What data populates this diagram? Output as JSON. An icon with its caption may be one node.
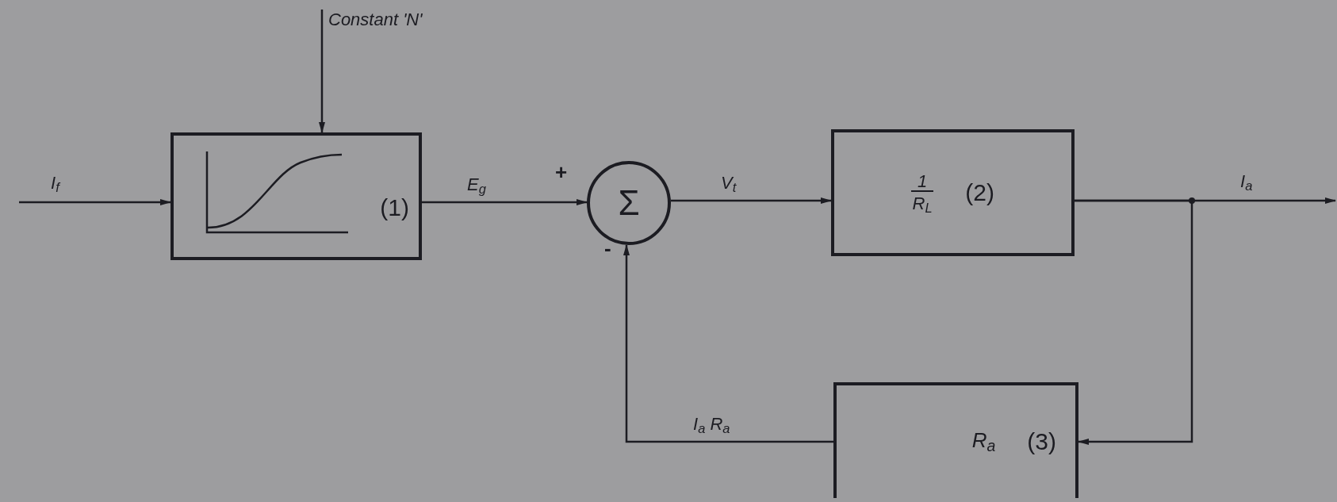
{
  "diagram": {
    "nodes": [
      {
        "text": [
          "(1)"
        ]
      },
      {
        "text": [
          "Σ"
        ]
      },
      {
        "text": [
          "1",
          "R$_{L}$",
          "(2)"
        ]
      },
      {
        "text": [
          "R$_{a}$",
          "(3)"
        ]
      },
      {
        "text": [
          "Constant 'N'"
        ]
      }
    ],
    "edges": [
      {
        "from": null,
        "to": 0,
        "arrow": "to",
        "label": "I$_{f}$"
      },
      {
        "from": 4,
        "to": 0,
        "arrow": "to"
      },
      {
        "from": 0,
        "to": 1,
        "arrow": "to",
        "label": "E$_{g}$"
      },
      {
        "from": 1,
        "to": 2,
        "arrow": "to",
        "label": "V$_{t}$"
      },
      {
        "from": 2,
        "to": null,
        "arrow": "to",
        "label": "I$_{a}$"
      },
      {
        "from": 2,
        "to": 3,
        "arrow": "to"
      },
      {
        "from": 3,
        "to": 1,
        "arrow": "to",
        "label": "I$_{a}$ R$_{a}$"
      }
    ],
    "labels": [
      "+",
      "-"
    ]
  }
}
